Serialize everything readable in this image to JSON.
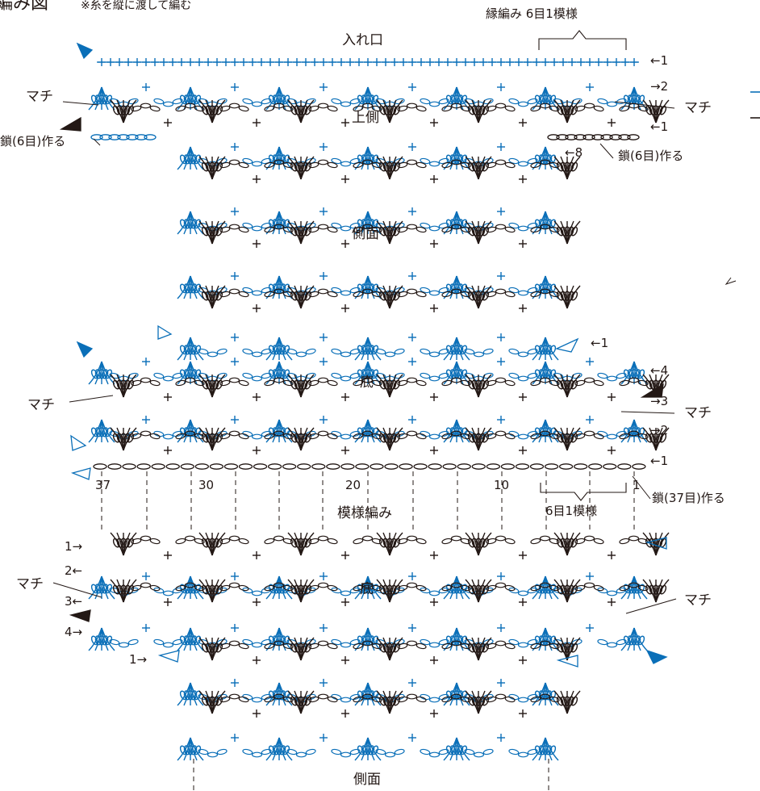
{
  "title": {
    "main": "編み図",
    "note": "※糸を縦に渡して編む"
  },
  "labels": {
    "opening": "入れ口",
    "edging_repeat": "縁編み 6目1模様",
    "upper_side": "上側",
    "side": "側面",
    "bottom": "底",
    "gusset": "マチ",
    "chain6": "鎖(6目)作る",
    "chain37": "鎖(37目)作る",
    "pattern_stitch": "模様編み",
    "pattern_repeat": "6目1模様"
  },
  "stitch_counts": [
    "37",
    "30",
    "20",
    "10",
    "1"
  ],
  "row_marks": {
    "top_right_1": "←1",
    "top_right_2": "→2",
    "top_right_1b": "←1",
    "top_right_8": "←8",
    "mid_right_1": "←1",
    "mid_right_4": "←4",
    "mid_right_3": "→3",
    "mid_right_2": "→2",
    "mid_right_1b": "←1",
    "low_left_1": "1→",
    "low_left_2": "2←",
    "low_left_3": "3←",
    "low_left_4": "4→",
    "low_left_1b": "1→"
  },
  "colors": {
    "black": "#231815",
    "blue": "#0a6fb8"
  }
}
